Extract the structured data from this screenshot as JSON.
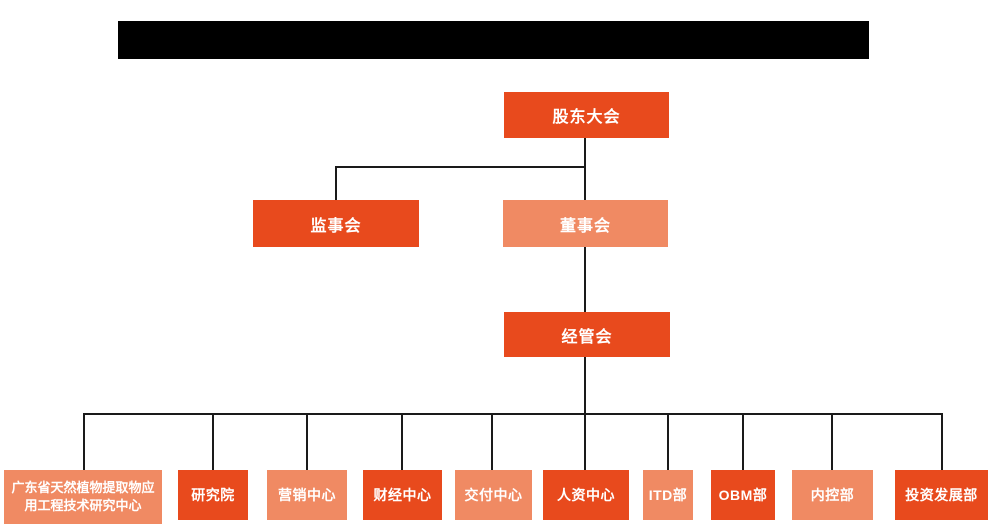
{
  "colors": {
    "primary": "#e84a1d",
    "secondary": "#f08a63",
    "line": "#1a1a1a",
    "title_bar": "#000000",
    "text": "#ffffff",
    "background": "#ffffff"
  },
  "org_chart": {
    "nodes": {
      "shareholders": {
        "label": "股东大会"
      },
      "supervisory_board": {
        "label": "监事会"
      },
      "board_of_directors": {
        "label": "董事会"
      },
      "management_committee": {
        "label": "经管会"
      }
    },
    "departments": [
      {
        "label": "广东省天然植物提取物应用工程技术研究中心"
      },
      {
        "label": "研究院"
      },
      {
        "label": "营销中心"
      },
      {
        "label": "财经中心"
      },
      {
        "label": "交付中心"
      },
      {
        "label": "人资中心"
      },
      {
        "label": "ITD部"
      },
      {
        "label": "OBM部"
      },
      {
        "label": "内控部"
      },
      {
        "label": "投资发展部"
      }
    ]
  }
}
